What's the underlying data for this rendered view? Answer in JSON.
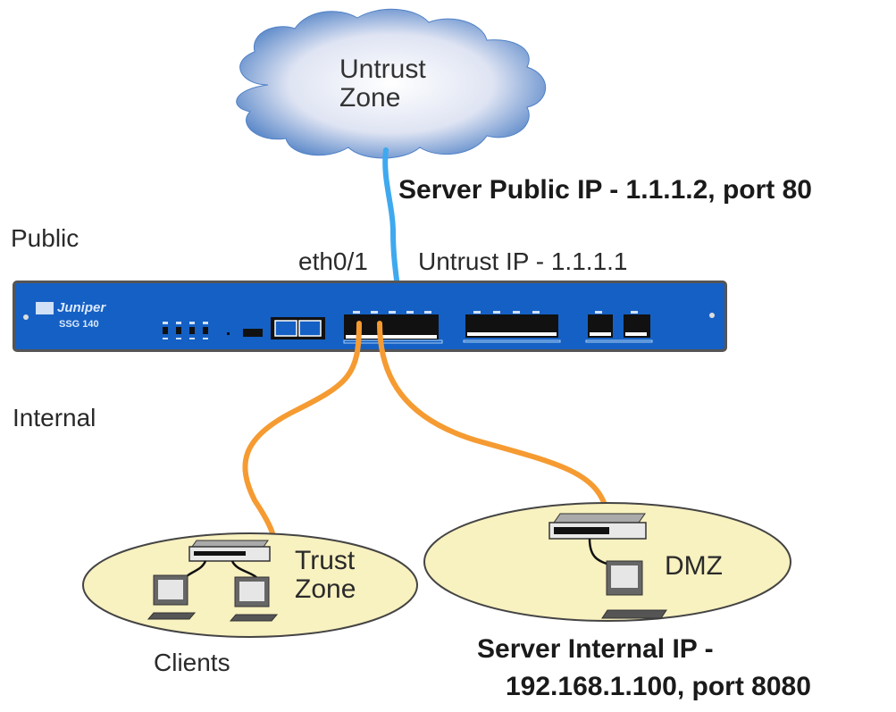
{
  "title": "Juniper SSG 140 Virtual IP / Port Mapping Topology",
  "colors": {
    "device_blue": "#1560c4",
    "untrust_link": "#3fa9ef",
    "internal_link": "#f59b32",
    "zone_fill": "#f8f1c0",
    "cloud_edge": "#3b6fb3"
  },
  "cloud": {
    "label_line1": "Untrust",
    "label_line2": "Zone"
  },
  "annotations": {
    "server_public_ip": "Server Public IP - 1.1.1.2, port 80",
    "public_side": "Public",
    "internal_side": "Internal",
    "interface": "eth0/1",
    "untrust_ip": "Untrust IP - 1.1.1.1"
  },
  "firewall": {
    "brand": "Juniper",
    "model": "SSG 140"
  },
  "trust_zone": {
    "label_line1": "Trust",
    "label_line2": "Zone",
    "caption": "Clients"
  },
  "dmz_zone": {
    "label": "DMZ",
    "caption_line1": "Server Internal IP -",
    "caption_line2": "192.168.1.100, port 8080"
  }
}
